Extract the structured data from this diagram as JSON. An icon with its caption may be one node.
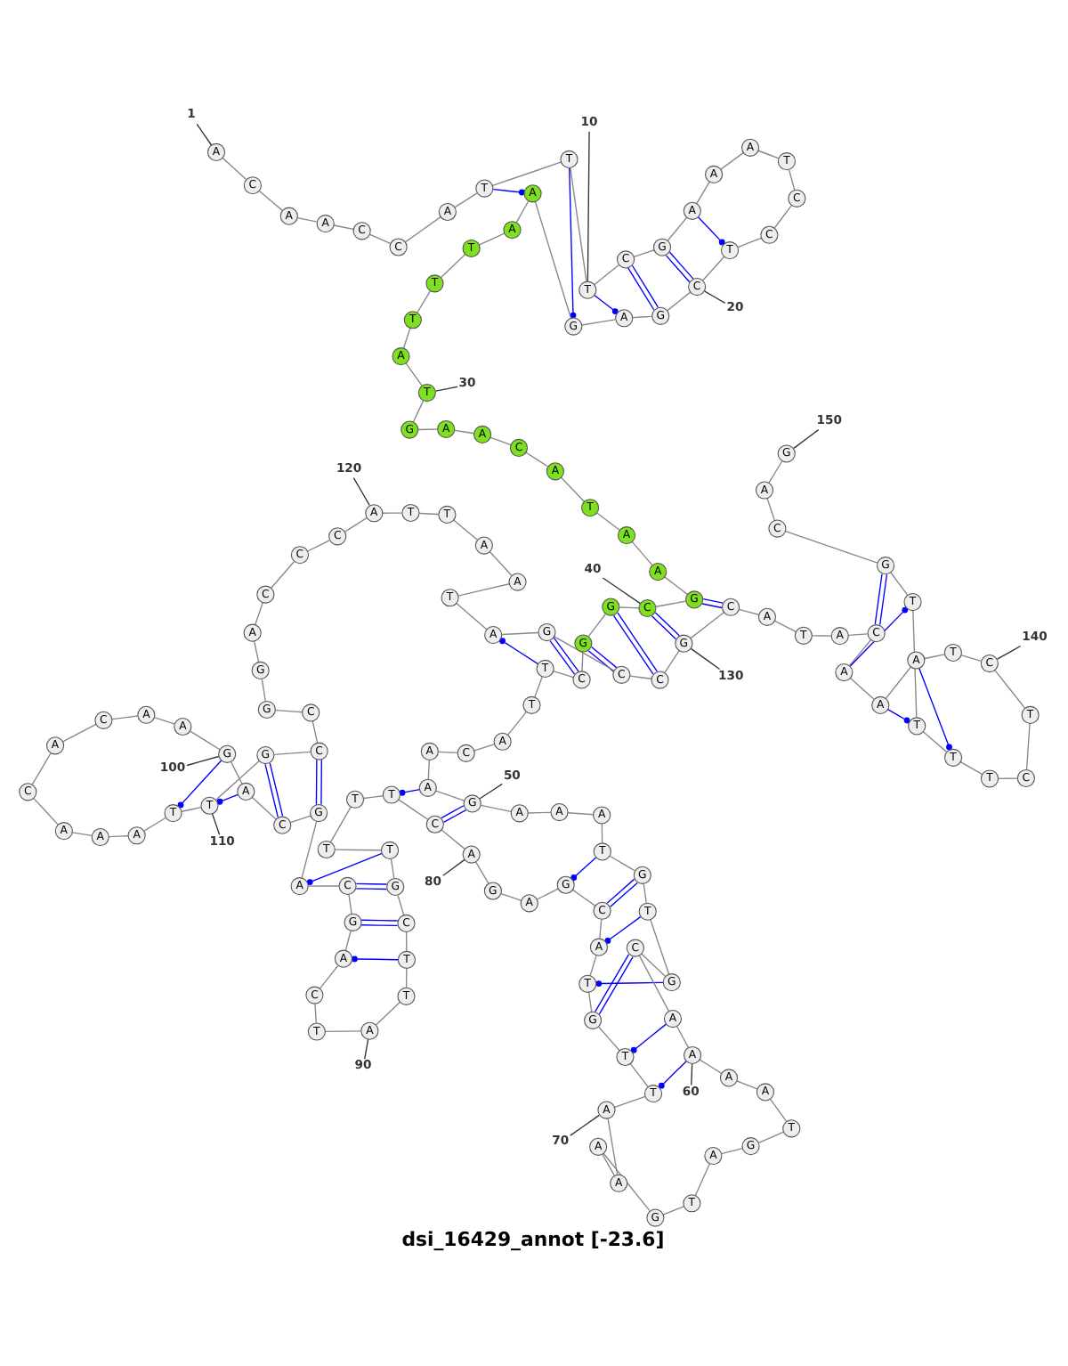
{
  "diagram": {
    "title": "dsi_16429_annot [-23.6]",
    "nodes": [
      {
        "text": [
          "A"
        ]
      },
      {
        "text": [
          "C"
        ]
      },
      {
        "text": [
          "A"
        ]
      },
      {
        "text": [
          "A"
        ]
      },
      {
        "text": [
          "C"
        ]
      },
      {
        "text": [
          "C"
        ]
      },
      {
        "text": [
          "A"
        ]
      },
      {
        "text": [
          "T"
        ]
      },
      {
        "text": [
          "T"
        ]
      },
      {
        "text": [
          "T"
        ]
      },
      {
        "text": [
          "C"
        ]
      },
      {
        "text": [
          "G"
        ]
      },
      {
        "text": [
          "A"
        ]
      },
      {
        "text": [
          "A"
        ]
      },
      {
        "text": [
          "A"
        ]
      },
      {
        "text": [
          "T"
        ]
      },
      {
        "text": [
          "C"
        ]
      },
      {
        "text": [
          "C"
        ]
      },
      {
        "text": [
          "T"
        ]
      },
      {
        "text": [
          "C"
        ]
      },
      {
        "text": [
          "G"
        ]
      },
      {
        "text": [
          "A"
        ]
      },
      {
        "text": [
          "G"
        ]
      },
      {
        "text": [
          "A"
        ]
      },
      {
        "text": [
          "A"
        ]
      },
      {
        "text": [
          "T"
        ]
      },
      {
        "text": [
          "T"
        ]
      },
      {
        "text": [
          "T"
        ]
      },
      {
        "text": [
          "A"
        ]
      },
      {
        "text": [
          "T"
        ]
      },
      {
        "text": [
          "G"
        ]
      },
      {
        "text": [
          "A"
        ]
      },
      {
        "text": [
          "A"
        ]
      },
      {
        "text": [
          "C"
        ]
      },
      {
        "text": [
          "A"
        ]
      },
      {
        "text": [
          "T"
        ]
      },
      {
        "text": [
          "A"
        ]
      },
      {
        "text": [
          "A"
        ]
      },
      {
        "text": [
          "G"
        ]
      },
      {
        "text": [
          "C"
        ]
      },
      {
        "text": [
          "G"
        ]
      },
      {
        "text": [
          "G"
        ]
      },
      {
        "text": [
          "C"
        ]
      },
      {
        "text": [
          "T"
        ]
      },
      {
        "text": [
          "T"
        ]
      },
      {
        "text": [
          "A"
        ]
      },
      {
        "text": [
          "C"
        ]
      },
      {
        "text": [
          "A"
        ]
      },
      {
        "text": [
          "A"
        ]
      },
      {
        "text": [
          "G"
        ]
      },
      {
        "text": [
          "A"
        ]
      },
      {
        "text": [
          "A"
        ]
      },
      {
        "text": [
          "A"
        ]
      },
      {
        "text": [
          "T"
        ]
      },
      {
        "text": [
          "G"
        ]
      },
      {
        "text": [
          "T"
        ]
      },
      {
        "text": [
          "G"
        ]
      },
      {
        "text": [
          "C"
        ]
      },
      {
        "text": [
          "A"
        ]
      },
      {
        "text": [
          "A"
        ]
      },
      {
        "text": [
          "A"
        ]
      },
      {
        "text": [
          "A"
        ]
      },
      {
        "text": [
          "T"
        ]
      },
      {
        "text": [
          "G"
        ]
      },
      {
        "text": [
          "A"
        ]
      },
      {
        "text": [
          "T"
        ]
      },
      {
        "text": [
          "G"
        ]
      },
      {
        "text": [
          "A"
        ]
      },
      {
        "text": [
          "A"
        ]
      },
      {
        "text": [
          "A"
        ]
      },
      {
        "text": [
          "T"
        ]
      },
      {
        "text": [
          "T"
        ]
      },
      {
        "text": [
          "G"
        ]
      },
      {
        "text": [
          "T"
        ]
      },
      {
        "text": [
          "A"
        ]
      },
      {
        "text": [
          "C"
        ]
      },
      {
        "text": [
          "G"
        ]
      },
      {
        "text": [
          "A"
        ]
      },
      {
        "text": [
          "G"
        ]
      },
      {
        "text": [
          "A"
        ]
      },
      {
        "text": [
          "C"
        ]
      },
      {
        "text": [
          "T"
        ]
      },
      {
        "text": [
          "T"
        ]
      },
      {
        "text": [
          "T"
        ]
      },
      {
        "text": [
          "T"
        ]
      },
      {
        "text": [
          "G"
        ]
      },
      {
        "text": [
          "C"
        ]
      },
      {
        "text": [
          "T"
        ]
      },
      {
        "text": [
          "T"
        ]
      },
      {
        "text": [
          "A"
        ]
      },
      {
        "text": [
          "T"
        ]
      },
      {
        "text": [
          "C"
        ]
      },
      {
        "text": [
          "A"
        ]
      },
      {
        "text": [
          "G"
        ]
      },
      {
        "text": [
          "C"
        ]
      },
      {
        "text": [
          "A"
        ]
      },
      {
        "text": [
          "G"
        ]
      },
      {
        "text": [
          "C"
        ]
      },
      {
        "text": [
          "A"
        ]
      },
      {
        "text": [
          "G"
        ]
      },
      {
        "text": [
          "A"
        ]
      },
      {
        "text": [
          "A"
        ]
      },
      {
        "text": [
          "C"
        ]
      },
      {
        "text": [
          "A"
        ]
      },
      {
        "text": [
          "C"
        ]
      },
      {
        "text": [
          "A"
        ]
      },
      {
        "text": [
          "A"
        ]
      },
      {
        "text": [
          "A"
        ]
      },
      {
        "text": [
          "T"
        ]
      },
      {
        "text": [
          "T"
        ]
      },
      {
        "text": [
          "G"
        ]
      },
      {
        "text": [
          "C"
        ]
      },
      {
        "text": [
          "C"
        ]
      },
      {
        "text": [
          "G"
        ]
      },
      {
        "text": [
          "G"
        ]
      },
      {
        "text": [
          "A"
        ]
      },
      {
        "text": [
          "C"
        ]
      },
      {
        "text": [
          "C"
        ]
      },
      {
        "text": [
          "C"
        ]
      },
      {
        "text": [
          "A"
        ]
      },
      {
        "text": [
          "T"
        ]
      },
      {
        "text": [
          "T"
        ]
      },
      {
        "text": [
          "A"
        ]
      },
      {
        "text": [
          "A"
        ]
      },
      {
        "text": [
          "T"
        ]
      },
      {
        "text": [
          "A"
        ]
      },
      {
        "text": [
          "G"
        ]
      },
      {
        "text": [
          "C"
        ]
      },
      {
        "text": [
          "C"
        ]
      },
      {
        "text": [
          "G"
        ]
      },
      {
        "text": [
          "C"
        ]
      },
      {
        "text": [
          "A"
        ]
      },
      {
        "text": [
          "T"
        ]
      },
      {
        "text": [
          "A"
        ]
      },
      {
        "text": [
          "C"
        ]
      },
      {
        "text": [
          "A"
        ]
      },
      {
        "text": [
          "A"
        ]
      },
      {
        "text": [
          "A"
        ]
      },
      {
        "text": [
          "T"
        ]
      },
      {
        "text": [
          "C"
        ]
      },
      {
        "text": [
          "T"
        ]
      },
      {
        "text": [
          "C"
        ]
      },
      {
        "text": [
          "T"
        ]
      },
      {
        "text": [
          "T"
        ]
      },
      {
        "text": [
          "T"
        ]
      },
      {
        "text": [
          "T"
        ]
      },
      {
        "text": [
          "G"
        ]
      },
      {
        "text": [
          "C"
        ]
      },
      {
        "text": [
          "A"
        ]
      },
      {
        "text": [
          "G"
        ]
      },
      {
        "text": [
          "1"
        ]
      },
      {
        "text": [
          "10"
        ]
      },
      {
        "text": [
          "20"
        ]
      },
      {
        "text": [
          "30"
        ]
      },
      {
        "text": [
          "40"
        ]
      },
      {
        "text": [
          "50"
        ]
      },
      {
        "text": [
          "60"
        ]
      },
      {
        "text": [
          "70"
        ]
      },
      {
        "text": [
          "80"
        ]
      },
      {
        "text": [
          "90"
        ]
      },
      {
        "text": [
          "100"
        ]
      },
      {
        "text": [
          "110"
        ]
      },
      {
        "text": [
          "120"
        ]
      },
      {
        "text": [
          "130"
        ]
      },
      {
        "text": [
          "140"
        ]
      },
      {
        "text": [
          "150"
        ]
      }
    ],
    "edges": [
      {
        "from": 0,
        "to": 1,
        "arrow": "none"
      },
      {
        "from": 1,
        "to": 2,
        "arrow": "none"
      },
      {
        "from": 2,
        "to": 3,
        "arrow": "none"
      },
      {
        "from": 3,
        "to": 4,
        "arrow": "none"
      },
      {
        "from": 4,
        "to": 5,
        "arrow": "none"
      },
      {
        "from": 5,
        "to": 6,
        "arrow": "none"
      },
      {
        "from": 6,
        "to": 7,
        "arrow": "none"
      },
      {
        "from": 7,
        "to": 8,
        "arrow": "none"
      },
      {
        "from": 8,
        "to": 9,
        "arrow": "none"
      },
      {
        "from": 9,
        "to": 10,
        "arrow": "none"
      },
      {
        "from": 10,
        "to": 11,
        "arrow": "none"
      },
      {
        "from": 11,
        "to": 12,
        "arrow": "none"
      },
      {
        "from": 12,
        "to": 13,
        "arrow": "none"
      },
      {
        "from": 13,
        "to": 14,
        "arrow": "none"
      },
      {
        "from": 14,
        "to": 15,
        "arrow": "none"
      },
      {
        "from": 15,
        "to": 16,
        "arrow": "none"
      },
      {
        "from": 16,
        "to": 17,
        "arrow": "none"
      },
      {
        "from": 17,
        "to": 18,
        "arrow": "none"
      },
      {
        "from": 18,
        "to": 19,
        "arrow": "none"
      },
      {
        "from": 19,
        "to": 20,
        "arrow": "none"
      },
      {
        "from": 20,
        "to": 21,
        "arrow": "none"
      },
      {
        "from": 21,
        "to": 22,
        "arrow": "none"
      },
      {
        "from": 22,
        "to": 23,
        "arrow": "none"
      },
      {
        "from": 23,
        "to": 24,
        "arrow": "none"
      },
      {
        "from": 24,
        "to": 25,
        "arrow": "none"
      },
      {
        "from": 25,
        "to": 26,
        "arrow": "none"
      },
      {
        "from": 26,
        "to": 27,
        "arrow": "none"
      },
      {
        "from": 27,
        "to": 28,
        "arrow": "none"
      },
      {
        "from": 28,
        "to": 29,
        "arrow": "none"
      },
      {
        "from": 29,
        "to": 30,
        "arrow": "none"
      },
      {
        "from": 30,
        "to": 31,
        "arrow": "none"
      },
      {
        "from": 31,
        "to": 32,
        "arrow": "none"
      },
      {
        "from": 32,
        "to": 33,
        "arrow": "none"
      },
      {
        "from": 33,
        "to": 34,
        "arrow": "none"
      },
      {
        "from": 34,
        "to": 35,
        "arrow": "none"
      },
      {
        "from": 35,
        "to": 36,
        "arrow": "none"
      },
      {
        "from": 36,
        "to": 37,
        "arrow": "none"
      },
      {
        "from": 37,
        "to": 38,
        "arrow": "none"
      },
      {
        "from": 38,
        "to": 39,
        "arrow": "none"
      },
      {
        "from": 39,
        "to": 40,
        "arrow": "none"
      },
      {
        "from": 40,
        "to": 41,
        "arrow": "none"
      },
      {
        "from": 41,
        "to": 42,
        "arrow": "none"
      },
      {
        "from": 42,
        "to": 43,
        "arrow": "none"
      },
      {
        "from": 43,
        "to": 44,
        "arrow": "none"
      },
      {
        "from": 44,
        "to": 45,
        "arrow": "none"
      },
      {
        "from": 45,
        "to": 46,
        "arrow": "none"
      },
      {
        "from": 46,
        "to": 47,
        "arrow": "none"
      },
      {
        "from": 47,
        "to": 48,
        "arrow": "none"
      },
      {
        "from": 48,
        "to": 49,
        "arrow": "none"
      },
      {
        "from": 49,
        "to": 50,
        "arrow": "none"
      },
      {
        "from": 50,
        "to": 51,
        "arrow": "none"
      },
      {
        "from": 51,
        "to": 52,
        "arrow": "none"
      },
      {
        "from": 52,
        "to": 53,
        "arrow": "none"
      },
      {
        "from": 53,
        "to": 54,
        "arrow": "none"
      },
      {
        "from": 54,
        "to": 55,
        "arrow": "none"
      },
      {
        "from": 55,
        "to": 56,
        "arrow": "none"
      },
      {
        "from": 56,
        "to": 57,
        "arrow": "none"
      },
      {
        "from": 57,
        "to": 58,
        "arrow": "none"
      },
      {
        "from": 58,
        "to": 59,
        "arrow": "none"
      },
      {
        "from": 59,
        "to": 60,
        "arrow": "none"
      },
      {
        "from": 60,
        "to": 61,
        "arrow": "none"
      },
      {
        "from": 61,
        "to": 62,
        "arrow": "none"
      },
      {
        "from": 62,
        "to": 63,
        "arrow": "none"
      },
      {
        "from": 63,
        "to": 64,
        "arrow": "none"
      },
      {
        "from": 64,
        "to": 65,
        "arrow": "none"
      },
      {
        "from": 65,
        "to": 66,
        "arrow": "none"
      },
      {
        "from": 66,
        "to": 67,
        "arrow": "none"
      },
      {
        "from": 67,
        "to": 68,
        "arrow": "none"
      },
      {
        "from": 68,
        "to": 69,
        "arrow": "none"
      },
      {
        "from": 69,
        "to": 70,
        "arrow": "none"
      },
      {
        "from": 70,
        "to": 71,
        "arrow": "none"
      },
      {
        "from": 71,
        "to": 72,
        "arrow": "none"
      },
      {
        "from": 72,
        "to": 73,
        "arrow": "none"
      },
      {
        "from": 73,
        "to": 74,
        "arrow": "none"
      },
      {
        "from": 74,
        "to": 75,
        "arrow": "none"
      },
      {
        "from": 75,
        "to": 76,
        "arrow": "none"
      },
      {
        "from": 76,
        "to": 77,
        "arrow": "none"
      },
      {
        "from": 77,
        "to": 78,
        "arrow": "none"
      },
      {
        "from": 78,
        "to": 79,
        "arrow": "none"
      },
      {
        "from": 79,
        "to": 80,
        "arrow": "none"
      },
      {
        "from": 80,
        "to": 81,
        "arrow": "none"
      },
      {
        "from": 81,
        "to": 82,
        "arrow": "none"
      },
      {
        "from": 82,
        "to": 83,
        "arrow": "none"
      },
      {
        "from": 83,
        "to": 84,
        "arrow": "none"
      },
      {
        "from": 84,
        "to": 85,
        "arrow": "none"
      },
      {
        "from": 85,
        "to": 86,
        "arrow": "none"
      },
      {
        "from": 86,
        "to": 87,
        "arrow": "none"
      },
      {
        "from": 87,
        "to": 88,
        "arrow": "none"
      },
      {
        "from": 88,
        "to": 89,
        "arrow": "none"
      },
      {
        "from": 89,
        "to": 90,
        "arrow": "none"
      },
      {
        "from": 90,
        "to": 91,
        "arrow": "none"
      },
      {
        "from": 91,
        "to": 92,
        "arrow": "none"
      },
      {
        "from": 92,
        "to": 93,
        "arrow": "none"
      },
      {
        "from": 93,
        "to": 94,
        "arrow": "none"
      },
      {
        "from": 94,
        "to": 95,
        "arrow": "none"
      },
      {
        "from": 95,
        "to": 96,
        "arrow": "none"
      },
      {
        "from": 96,
        "to": 97,
        "arrow": "none"
      },
      {
        "from": 97,
        "to": 98,
        "arrow": "none"
      },
      {
        "from": 98,
        "to": 99,
        "arrow": "none"
      },
      {
        "from": 99,
        "to": 100,
        "arrow": "none"
      },
      {
        "from": 100,
        "to": 101,
        "arrow": "none"
      },
      {
        "from": 101,
        "to": 102,
        "arrow": "none"
      },
      {
        "from": 102,
        "to": 103,
        "arrow": "none"
      },
      {
        "from": 103,
        "to": 104,
        "arrow": "none"
      },
      {
        "from": 104,
        "to": 105,
        "arrow": "none"
      },
      {
        "from": 105,
        "to": 106,
        "arrow": "none"
      },
      {
        "from": 106,
        "to": 107,
        "arrow": "none"
      },
      {
        "from": 107,
        "to": 108,
        "arrow": "none"
      },
      {
        "from": 108,
        "to": 109,
        "arrow": "none"
      },
      {
        "from": 109,
        "to": 110,
        "arrow": "none"
      },
      {
        "from": 110,
        "to": 111,
        "arrow": "none"
      },
      {
        "from": 111,
        "to": 112,
        "arrow": "none"
      },
      {
        "from": 112,
        "to": 113,
        "arrow": "none"
      },
      {
        "from": 113,
        "to": 114,
        "arrow": "none"
      },
      {
        "from": 114,
        "to": 115,
        "arrow": "none"
      },
      {
        "from": 115,
        "to": 116,
        "arrow": "none"
      },
      {
        "from": 116,
        "to": 117,
        "arrow": "none"
      },
      {
        "from": 117,
        "to": 118,
        "arrow": "none"
      },
      {
        "from": 118,
        "to": 119,
        "arrow": "none"
      },
      {
        "from": 119,
        "to": 120,
        "arrow": "none"
      },
      {
        "from": 120,
        "to": 121,
        "arrow": "none"
      },
      {
        "from": 121,
        "to": 122,
        "arrow": "none"
      },
      {
        "from": 122,
        "to": 123,
        "arrow": "none"
      },
      {
        "from": 123,
        "to": 124,
        "arrow": "none"
      },
      {
        "from": 124,
        "to": 125,
        "arrow": "none"
      },
      {
        "from": 125,
        "to": 126,
        "arrow": "none"
      },
      {
        "from": 126,
        "to": 127,
        "arrow": "none"
      },
      {
        "from": 127,
        "to": 128,
        "arrow": "none"
      },
      {
        "from": 128,
        "to": 129,
        "arrow": "none"
      },
      {
        "from": 129,
        "to": 130,
        "arrow": "none"
      },
      {
        "from": 130,
        "to": 131,
        "arrow": "none"
      },
      {
        "from": 131,
        "to": 132,
        "arrow": "none"
      },
      {
        "from": 132,
        "to": 133,
        "arrow": "none"
      },
      {
        "from": 133,
        "to": 134,
        "arrow": "none"
      },
      {
        "from": 134,
        "to": 135,
        "arrow": "none"
      },
      {
        "from": 135,
        "to": 136,
        "arrow": "none"
      },
      {
        "from": 136,
        "to": 137,
        "arrow": "none"
      },
      {
        "from": 137,
        "to": 138,
        "arrow": "none"
      },
      {
        "from": 138,
        "to": 139,
        "arrow": "none"
      },
      {
        "from": 139,
        "to": 140,
        "arrow": "none"
      },
      {
        "from": 140,
        "to": 141,
        "arrow": "none"
      },
      {
        "from": 141,
        "to": 142,
        "arrow": "none"
      },
      {
        "from": 142,
        "to": 143,
        "arrow": "none"
      },
      {
        "from": 143,
        "to": 144,
        "arrow": "none"
      },
      {
        "from": 144,
        "to": 145,
        "arrow": "none"
      },
      {
        "from": 145,
        "to": 146,
        "arrow": "none"
      },
      {
        "from": 146,
        "to": 147,
        "arrow": "none"
      },
      {
        "from": 147,
        "to": 148,
        "arrow": "none"
      },
      {
        "from": 148,
        "to": 149,
        "arrow": "none"
      },
      {
        "from": 7,
        "to": 23,
        "arrow": "other",
        "color": "#0000ff"
      },
      {
        "from": 8,
        "to": 22,
        "arrow": "other",
        "color": "#0000ff"
      },
      {
        "from": 9,
        "to": 21,
        "arrow": "other",
        "color": "#0000ff"
      },
      {
        "from": 10,
        "to": 20,
        "arrow": "none",
        "color": "#0000ff"
      },
      {
        "from": 11,
        "to": 19,
        "arrow": "none",
        "color": "#0000ff"
      },
      {
        "from": 12,
        "to": 18,
        "arrow": "other",
        "color": "#0000ff"
      },
      {
        "from": 38,
        "to": 130,
        "arrow": "none",
        "color": "#0000ff"
      },
      {
        "from": 39,
        "to": 129,
        "arrow": "none",
        "color": "#0000ff"
      },
      {
        "from": 40,
        "to": 128,
        "arrow": "none",
        "color": "#0000ff"
      },
      {
        "from": 41,
        "to": 127,
        "arrow": "none",
        "color": "#0000ff"
      },
      {
        "from": 42,
        "to": 126,
        "arrow": "none",
        "color": "#0000ff"
      },
      {
        "from": 43,
        "to": 125,
        "arrow": "other",
        "color": "#0000ff"
      },
      {
        "from": 48,
        "to": 81,
        "arrow": "other",
        "color": "#0000ff"
      },
      {
        "from": 49,
        "to": 80,
        "arrow": "none",
        "color": "#0000ff"
      },
      {
        "from": 53,
        "to": 76,
        "arrow": "other",
        "color": "#0000ff"
      },
      {
        "from": 54,
        "to": 75,
        "arrow": "none",
        "color": "#0000ff"
      },
      {
        "from": 55,
        "to": 74,
        "arrow": "other",
        "color": "#0000ff"
      },
      {
        "from": 56,
        "to": 73,
        "arrow": "other",
        "color": "#0000ff"
      },
      {
        "from": 57,
        "to": 72,
        "arrow": "none",
        "color": "#0000ff"
      },
      {
        "from": 58,
        "to": 71,
        "arrow": "other",
        "color": "#0000ff"
      },
      {
        "from": 59,
        "to": 70,
        "arrow": "other",
        "color": "#0000ff"
      },
      {
        "from": 84,
        "to": 95,
        "arrow": "other",
        "color": "#0000ff"
      },
      {
        "from": 85,
        "to": 94,
        "arrow": "none",
        "color": "#0000ff"
      },
      {
        "from": 86,
        "to": 93,
        "arrow": "none",
        "color": "#0000ff"
      },
      {
        "from": 87,
        "to": 92,
        "arrow": "other",
        "color": "#0000ff"
      },
      {
        "from": 96,
        "to": 111,
        "arrow": "none",
        "color": "#0000ff"
      },
      {
        "from": 97,
        "to": 110,
        "arrow": "none",
        "color": "#0000ff"
      },
      {
        "from": 98,
        "to": 109,
        "arrow": "other",
        "color": "#0000ff"
      },
      {
        "from": 99,
        "to": 108,
        "arrow": "other",
        "color": "#0000ff"
      },
      {
        "from": 134,
        "to": 146,
        "arrow": "none",
        "color": "#0000ff"
      },
      {
        "from": 135,
        "to": 145,
        "arrow": "other",
        "color": "#0000ff"
      },
      {
        "from": 136,
        "to": 144,
        "arrow": "other",
        "color": "#0000ff"
      },
      {
        "from": 137,
        "to": 143,
        "arrow": "other",
        "color": "#0000ff"
      },
      {
        "from": 150,
        "to": 0,
        "arrow": "none"
      },
      {
        "from": 151,
        "to": 9,
        "arrow": "none"
      },
      {
        "from": 152,
        "to": 19,
        "arrow": "none"
      },
      {
        "from": 153,
        "to": 29,
        "arrow": "none"
      },
      {
        "from": 154,
        "to": 39,
        "arrow": "none"
      },
      {
        "from": 155,
        "to": 49,
        "arrow": "none"
      },
      {
        "from": 156,
        "to": 59,
        "arrow": "none"
      },
      {
        "from": 157,
        "to": 69,
        "arrow": "none"
      },
      {
        "from": 158,
        "to": 79,
        "arrow": "none"
      },
      {
        "from": 159,
        "to": 89,
        "arrow": "none"
      },
      {
        "from": 160,
        "to": 99,
        "arrow": "none"
      },
      {
        "from": 161,
        "to": 109,
        "arrow": "none"
      },
      {
        "from": 162,
        "to": 119,
        "arrow": "none"
      },
      {
        "from": 163,
        "to": 129,
        "arrow": "none"
      },
      {
        "from": 164,
        "to": 139,
        "arrow": "none"
      },
      {
        "from": 165,
        "to": 149,
        "arrow": "none"
      }
    ]
  }
}
